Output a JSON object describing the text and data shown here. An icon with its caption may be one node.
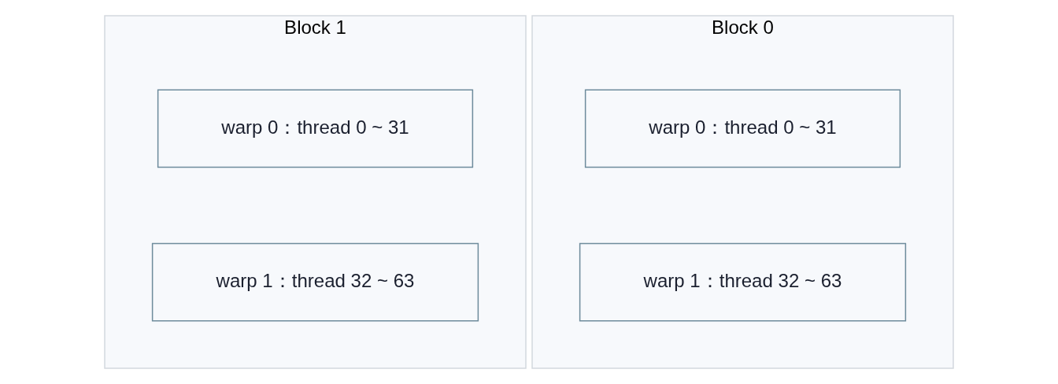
{
  "diagram": {
    "nodes": [
      {
        "text": [
          "Block 1"
        ]
      },
      {
        "text": [
          "warp 0：thread 0 ~ 31"
        ],
        "in": 0
      },
      {
        "text": [
          "warp 1：thread 32 ~ 63"
        ],
        "in": 0
      },
      {
        "text": [
          "Block 0"
        ]
      },
      {
        "text": [
          "warp 0：thread 0 ~ 31"
        ],
        "in": 3
      },
      {
        "text": [
          "warp 1：thread 32 ~ 63"
        ],
        "in": 3
      }
    ]
  }
}
